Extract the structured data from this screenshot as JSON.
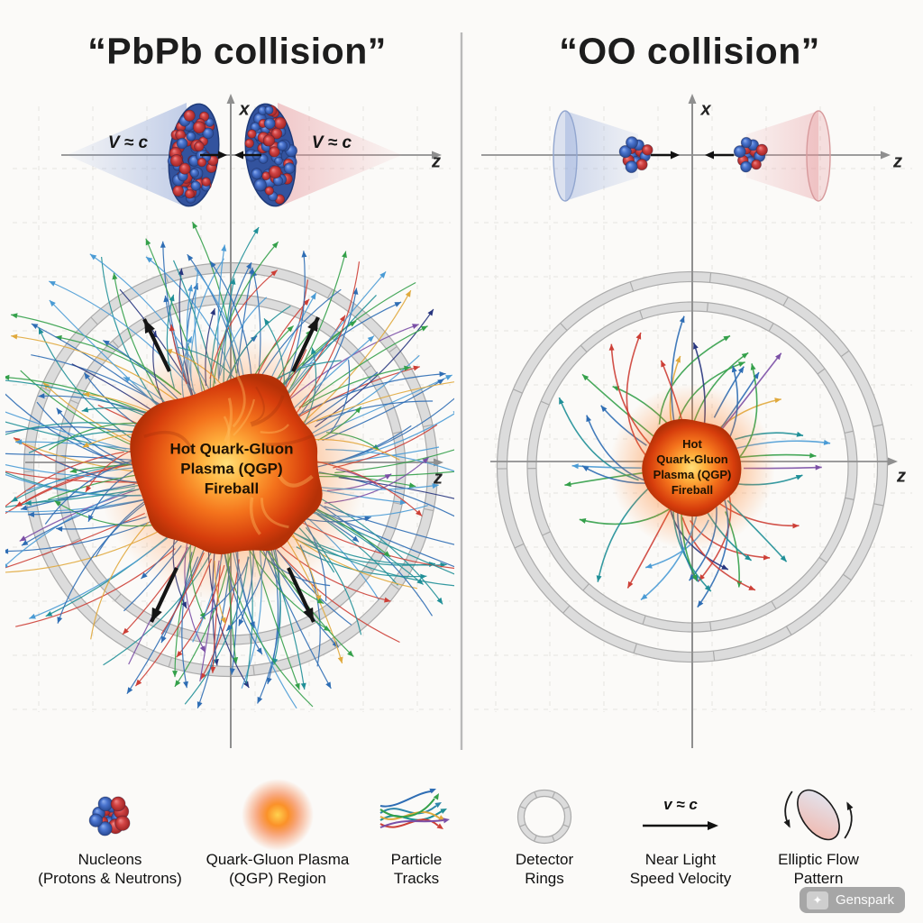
{
  "left_panel": {
    "title": "“PbPb collision”",
    "velocity_label_left": "V ≈ c",
    "velocity_label_right": "V ≈ c",
    "axis": {
      "x": "x",
      "z_top": "z",
      "z_main": "z"
    },
    "fireball_label_lines": [
      "Hot Quark-Gluon",
      "Plasma (QGP)",
      "Fireball"
    ],
    "track_count": 235,
    "flow_arrow_count": 4
  },
  "right_panel": {
    "title": "“OO collision”",
    "axis": {
      "x": "x",
      "z_top": "z",
      "z_main": "z"
    },
    "fireball_label_lines": [
      "Hot",
      "Quark-Gluon",
      "Plasma (QGP)",
      "Fireball"
    ],
    "track_count": 46,
    "flow_arrow_count": 0
  },
  "legend": {
    "items": [
      {
        "icon": "nucleus-cluster",
        "lines": [
          "Nucleons",
          "(Protons & Neutrons)"
        ]
      },
      {
        "icon": "qgp-blob",
        "lines": [
          "Quark-Gluon Plasma",
          "(QGP) Region"
        ]
      },
      {
        "icon": "particle-tracks",
        "lines": [
          "Particle",
          "Tracks"
        ]
      },
      {
        "icon": "detector-ring",
        "lines": [
          "Detector",
          "Rings"
        ]
      },
      {
        "icon": "velocity-arrow",
        "symbol": "v ≈ c",
        "lines": [
          "Near Light",
          "Speed Velocity"
        ]
      },
      {
        "icon": "elliptic-flow",
        "lines": [
          "Elliptic Flow",
          "Pattern"
        ]
      }
    ]
  },
  "watermark": {
    "label": "Genspark",
    "icon": "sparkle-icon",
    "symbol": "✦"
  },
  "colors": {
    "track_palette": [
      "#2e6db4",
      "#1f8f97",
      "#34a04a",
      "#cd3f36",
      "#27357e",
      "#e0a93c",
      "#7b4fa6",
      "#4a9bd5"
    ],
    "axis": "#8f8f8f",
    "ring_band": "#dcdcdc",
    "ring_outline": "#ababab",
    "proton": "#cf3d3d",
    "neutron": "#3a67c4",
    "fireball_core": "#ffe07a",
    "fireball_edge": "#b53107",
    "flow_arrow": "#151515",
    "divider": "#b9b9b9",
    "grid": "#e6e4e0",
    "cone_blue": "#87a0d7",
    "cone_pink": "#e6969b"
  }
}
